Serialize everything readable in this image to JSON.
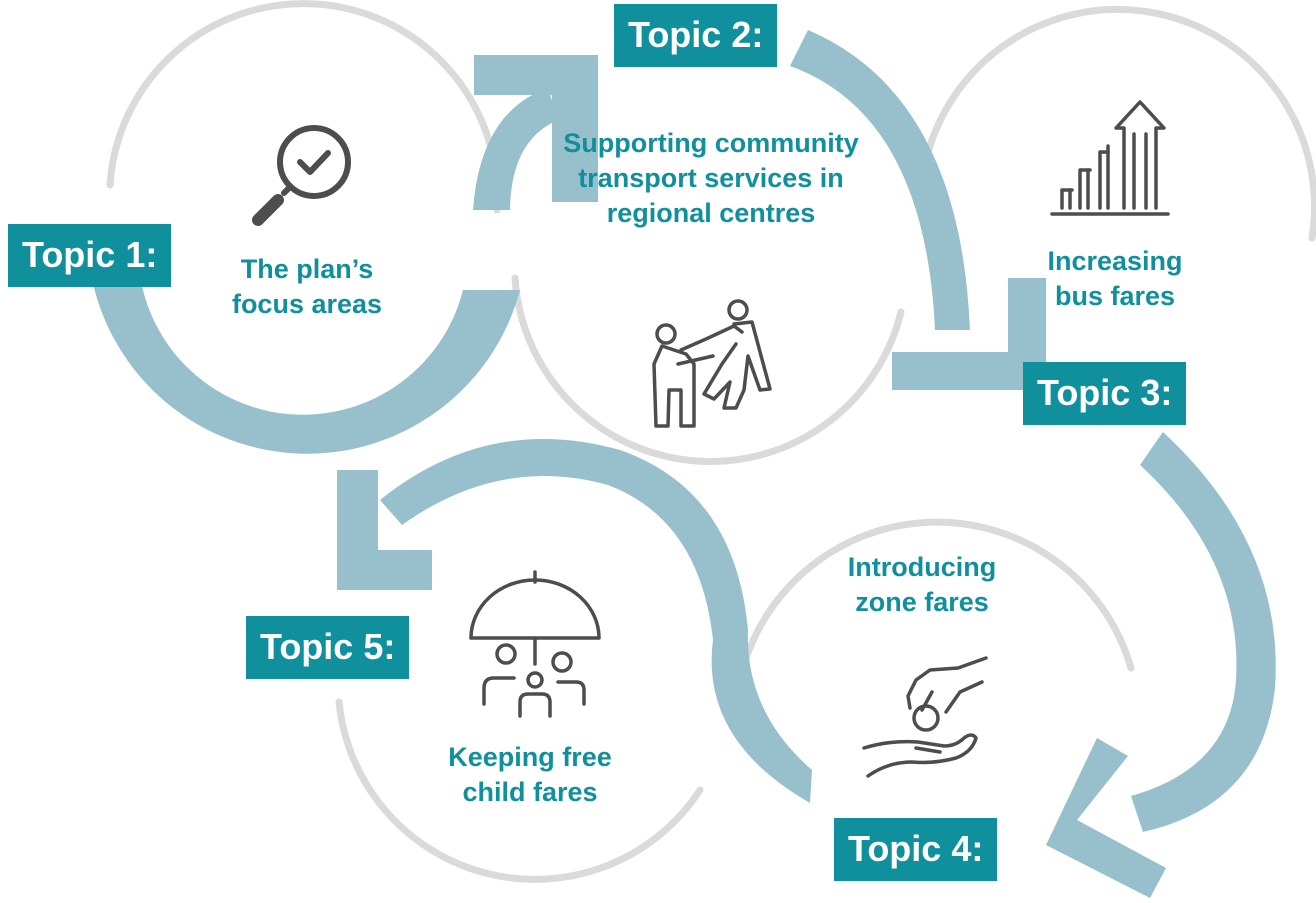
{
  "colors": {
    "ring": "#dadada",
    "arrow": "#97c0cc",
    "tag_bg": "#108f9c",
    "tag_text": "#ffffff",
    "caption": "#108f9c",
    "icon_stroke": "#4d4d4d"
  },
  "topics": [
    {
      "tag": "Topic 1:",
      "caption": "The plan’s focus areas",
      "icon": "magnifier-check-icon"
    },
    {
      "tag": "Topic 2:",
      "caption": "Supporting community transport services in regional centres",
      "icon": "helping-hand-people-icon"
    },
    {
      "tag": "Topic 3:",
      "caption": "Increasing bus fares",
      "icon": "rising-steps-arrow-icon"
    },
    {
      "tag": "Topic 4:",
      "caption": "Introducing zone fares",
      "icon": "coin-in-hand-icon"
    },
    {
      "tag": "Topic 5:",
      "caption": "Keeping free child fares",
      "icon": "umbrella-family-icon"
    }
  ]
}
